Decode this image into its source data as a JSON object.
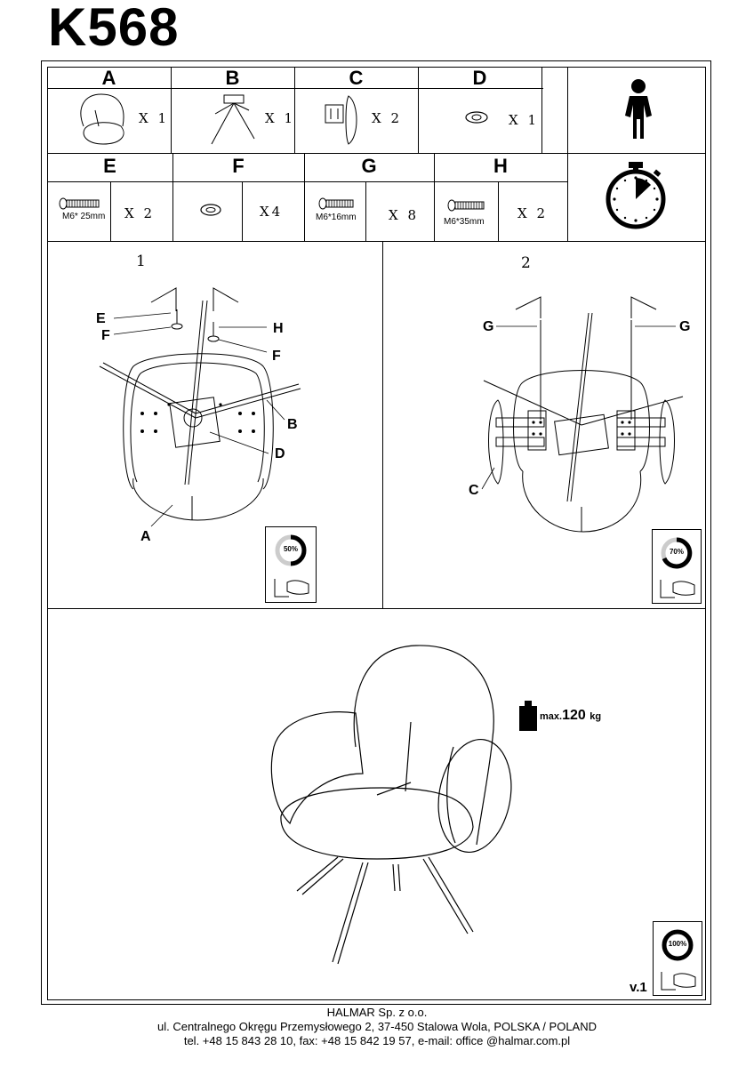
{
  "title": "K568",
  "parts": [
    {
      "letter": "A",
      "qty": "X 1"
    },
    {
      "letter": "B",
      "qty": "X 1"
    },
    {
      "letter": "C",
      "qty": "X 2"
    },
    {
      "letter": "D",
      "qty": "X 1"
    },
    {
      "letter": "E",
      "qty": "X 2",
      "size": "M6* 25mm"
    },
    {
      "letter": "F",
      "qty": "X4"
    },
    {
      "letter": "G",
      "qty": "X 8",
      "size": "M6*16mm"
    },
    {
      "letter": "H",
      "qty": "X 2",
      "size": "M6*35mm"
    }
  ],
  "steps": {
    "one": {
      "number": "1",
      "labels": {
        "e": "E",
        "f1": "F",
        "h": "H",
        "f2": "F",
        "b": "B",
        "d": "D",
        "a": "A"
      },
      "tighten": "50%"
    },
    "two": {
      "number": "2",
      "labels": {
        "g1": "G",
        "g2": "G",
        "c": "C"
      },
      "tighten": "70%"
    }
  },
  "final": {
    "max_prefix": "max.",
    "max_value": "120",
    "max_unit": "kg",
    "tighten": "100%",
    "version": "v.1"
  },
  "footer": {
    "company": "HALMAR Sp. z o.o.",
    "address": "ul. Centralnego Okręgu Przemysłowego 2, 37-450 Stalowa Wola, POLSKA / POLAND",
    "contact": "tel. +48 15 843 28 10, fax: +48 15 842 19 57, e-mail: office @halmar.com.pl"
  }
}
